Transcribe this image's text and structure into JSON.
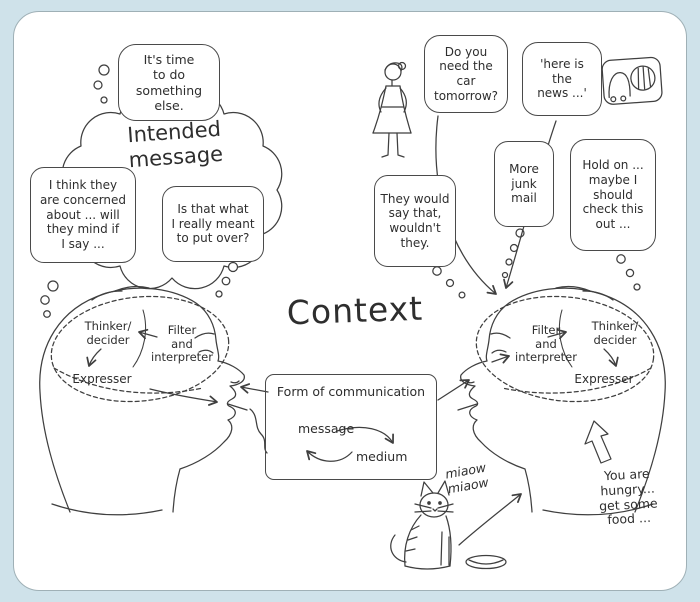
{
  "colors": {
    "frame": "#cfe2ea",
    "ink": "#3f3f3f",
    "card_border": "#9fb0b6"
  },
  "title": "Context",
  "intended_message": "Intended\nmessage",
  "thought_bubbles": {
    "time": "It's time\nto do\nsomething else.",
    "concerned": "I think they\nare concerned\nabout ... will\nthey mind if\nI say ...",
    "meant": "Is that what\nI really meant\nto put over?"
  },
  "sender_head": {
    "thinker": "Thinker/\ndecider",
    "filter": "Filter\nand\ninterpreter",
    "expresser": "Expresser"
  },
  "receiver_head": {
    "filter": "Filter\nand\ninterpreter",
    "thinker": "Thinker/\ndecider",
    "expresser": "Expresser"
  },
  "form_box": {
    "title": "Form of communication",
    "message": "message",
    "medium": "medium"
  },
  "context_bubbles": {
    "car": "Do you\nneed the\ncar\ntomorrow?",
    "news": "'here is\nthe\nnews ...'",
    "junk": "More\njunk\nmail",
    "hold_on": "Hold on ...\nmaybe I\nshould\ncheck this\nout ...",
    "they_would": "They would\nsay that,\nwouldn't\nthey."
  },
  "cat": {
    "miaow": "miaow\nmiaow",
    "thought": "You are\nhungry...\nget some\nfood ..."
  },
  "illustrations": [
    "thought-cloud",
    "sender-profile-head",
    "receiver-profile-head",
    "standing-woman-icon",
    "radio-icon",
    "cat-icon",
    "food-bowl-icon"
  ]
}
